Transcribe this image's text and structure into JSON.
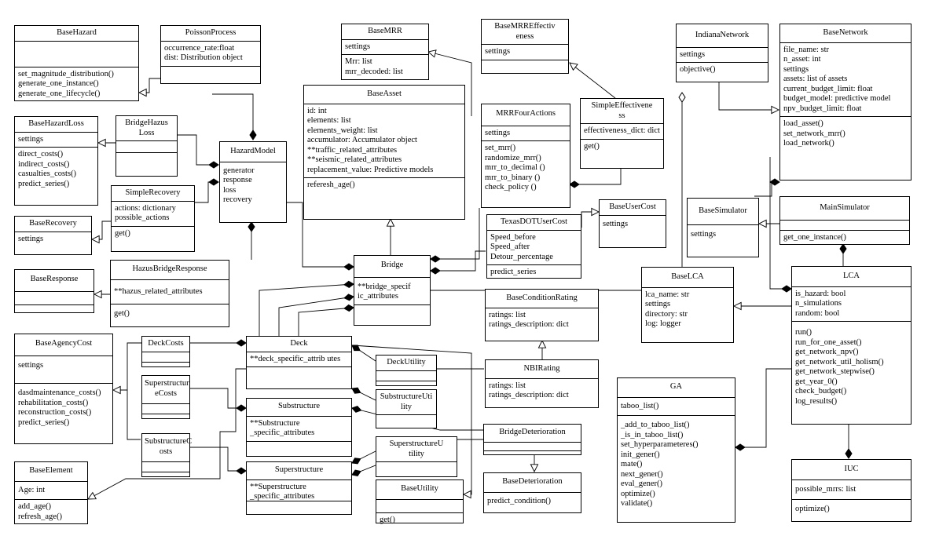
{
  "classes": [
    {
      "id": "BaseHazard",
      "name": "BaseHazard",
      "attrs": [],
      "methods": [
        "set_magnitude_distribution()",
        "generate_one_instance()",
        "generate_one_lifecycle()"
      ]
    },
    {
      "id": "PoissonProcess",
      "name": "PoissonProcess",
      "attrs": [
        "occurrence_rate:float",
        "dist: Distribution object"
      ],
      "methods": []
    },
    {
      "id": "BaseMRR",
      "name": "BaseMRR",
      "attrs": [
        "settings"
      ],
      "extra": [
        "Mrr: list",
        "mrr_decoded: list"
      ],
      "methods": []
    },
    {
      "id": "BaseMRREffectiveness",
      "name": "BaseMRREffectiv\neness",
      "attrs": [
        "settings"
      ],
      "methods": []
    },
    {
      "id": "IndianaNetwork",
      "name": "IndianaNetwork",
      "attrs": [
        "settings"
      ],
      "methods": [
        "objective()"
      ]
    },
    {
      "id": "BaseNetwork",
      "name": "BaseNetwork",
      "attrs": [
        "file_name: str",
        "n_asset: int",
        "settings",
        "assets: list of assets",
        "current_budget_limit: float",
        "budget_model: predictive model",
        "npv_budget_limit: float"
      ],
      "methods": [
        "load_asset()",
        "set_network_mrr()",
        "load_network()"
      ]
    },
    {
      "id": "BaseHazardLoss",
      "name": "BaseHazardLoss",
      "attrs": [
        "settings"
      ],
      "methods": [
        "direct_costs()",
        "indirect_costs()",
        "casualties_costs()",
        "predict_series()"
      ]
    },
    {
      "id": "BridgeHazusLoss",
      "name": "BridgeHazus\nLoss",
      "attrs": [
        ""
      ],
      "methods": [
        ""
      ]
    },
    {
      "id": "HazardModel",
      "name": "HazardModel",
      "attrs": [
        "generator",
        "response",
        "loss",
        "recovery"
      ],
      "methods": []
    },
    {
      "id": "BaseAsset",
      "name": "BaseAsset",
      "attrs": [
        "id: int",
        "elements: list",
        "elements_weight: list",
        "accumulator: Accumulator object",
        "**traffic_related_attributes",
        "**seismic_related_attributes",
        "replacement_value: Predictive models"
      ],
      "methods": [
        "referesh_age()"
      ]
    },
    {
      "id": "MRRFourActions",
      "name": "MRRFourActions",
      "attrs": [
        "settings"
      ],
      "methods": [
        "set_mrr()",
        "randomize_mrr()",
        "mrr_to_decimal ()",
        "mrr_to_binary ()",
        "check_policy ()"
      ]
    },
    {
      "id": "SimpleEffectiveness",
      "name": "SimpleEffectivene\nss",
      "attrs": [
        "effectiveness_dict: dict"
      ],
      "methods": [
        "get()"
      ]
    },
    {
      "id": "SimpleRecovery",
      "name": "SimpleRecovery",
      "attrs": [
        "actions: dictionary",
        "possible_actions"
      ],
      "methods": [
        "get()"
      ]
    },
    {
      "id": "BaseRecovery",
      "name": "BaseRecovery",
      "attrs": [
        "settings"
      ],
      "methods": []
    },
    {
      "id": "TexasDOTUserCost",
      "name": "TexasDOTUserCost",
      "attrs": [
        "Speed_before",
        "Speed_after",
        "Detour_percentage"
      ],
      "methods": [
        "predict_series"
      ]
    },
    {
      "id": "BaseUserCost",
      "name": "BaseUserCost",
      "attrs": [
        "settings"
      ],
      "methods": []
    },
    {
      "id": "BaseSimulator",
      "name": "BaseSimulator",
      "attrs": [
        "settings"
      ],
      "methods": []
    },
    {
      "id": "MainSimulator",
      "name": "MainSimulator",
      "attrs": [
        ""
      ],
      "methods": [
        "get_one_instance()"
      ]
    },
    {
      "id": "HazusBridgeResponse",
      "name": "HazusBridgeResponse",
      "attrs": [
        "**hazus_related_attributes"
      ],
      "methods": [
        "get()"
      ]
    },
    {
      "id": "BaseResponse",
      "name": "BaseResponse",
      "attrs": [
        ""
      ],
      "methods": []
    },
    {
      "id": "Bridge",
      "name": "Bridge",
      "attrs": [
        "**bridge_specif ic_attributes"
      ],
      "methods": []
    },
    {
      "id": "BaseLCA",
      "name": "BaseLCA",
      "attrs": [
        "lca_name: str",
        "settings",
        "directory: str",
        "log: logger"
      ],
      "methods": []
    },
    {
      "id": "LCA",
      "name": "LCA",
      "attrs": [
        "is_hazard: bool",
        "n_simulations",
        "random: bool"
      ],
      "methods": [
        "run()",
        "run_for_one_asset()",
        "get_network_npv()",
        "get_network_util_holism()",
        "get_network_stepwise()",
        "get_year_0()",
        "check_budget()",
        "log_results()"
      ]
    },
    {
      "id": "BaseConditionRating",
      "name": "BaseConditionRating",
      "attrs": [
        "ratings: list",
        "ratings_description: dict"
      ],
      "methods": []
    },
    {
      "id": "BaseAgencyCost",
      "name": "BaseAgencyCost",
      "attrs": [
        "settings"
      ],
      "methods": [
        "dasdmaintenance_costs()",
        "rehabilitation_costs()",
        "reconstruction_costs()",
        "predict_series()"
      ]
    },
    {
      "id": "DeckCosts",
      "name": "DeckCosts",
      "attrs": [
        ""
      ],
      "methods": [
        ""
      ]
    },
    {
      "id": "Deck",
      "name": "Deck",
      "attrs": [
        "**deck_specific_attrib utes"
      ],
      "methods": []
    },
    {
      "id": "DeckUtility",
      "name": "DeckUtility",
      "attrs": [
        ""
      ],
      "methods": [
        ""
      ]
    },
    {
      "id": "NBIRating",
      "name": "NBIRating",
      "attrs": [
        "ratings: list",
        "ratings_description: dict"
      ],
      "methods": []
    },
    {
      "id": "GA",
      "name": "GA",
      "attrs": [
        "taboo_list()"
      ],
      "methods": [
        "_add_to_taboo_list()",
        "_is_in_taboo_list()",
        "set_hyperparameteres()",
        "init_gener()",
        "mate()",
        "next_gener()",
        "eval_gener()",
        "optimize()",
        "validate()"
      ]
    },
    {
      "id": "SuperstructureCosts",
      "name": "Superstructur\neCosts",
      "attrs": [
        ""
      ],
      "methods": [
        ""
      ]
    },
    {
      "id": "Substructure",
      "name": "Substructure",
      "attrs": [
        "**Substructure _specific_attributes"
      ],
      "methods": []
    },
    {
      "id": "SubstructureUtility",
      "name": "SubstructureUti\nlity",
      "attrs": [
        ""
      ],
      "methods": []
    },
    {
      "id": "SubstructureCosts",
      "name": "SubstructureC\nosts",
      "attrs": [
        ""
      ],
      "methods": [
        ""
      ]
    },
    {
      "id": "BridgeDeterioration",
      "name": "BridgeDeterioration",
      "attrs": [
        ""
      ],
      "methods": [
        ""
      ]
    },
    {
      "id": "SuperstructureUtility",
      "name": "SuperstructureU\ntility",
      "attrs": [
        ""
      ],
      "methods": []
    },
    {
      "id": "BaseElement",
      "name": "BaseElement",
      "attrs": [
        "Age: int"
      ],
      "methods": [
        "add_age()",
        "refresh_age()"
      ]
    },
    {
      "id": "Superstructure",
      "name": "Superstructure",
      "attrs": [
        "**Superstructure _specific_attributes"
      ],
      "methods": []
    },
    {
      "id": "BaseUtility",
      "name": "BaseUtility",
      "attrs": [
        ""
      ],
      "methods": [
        "get()"
      ]
    },
    {
      "id": "BaseDeterioration",
      "name": "BaseDeterioration",
      "attrs": [
        ""
      ],
      "methods": [
        "predict_condition()"
      ]
    },
    {
      "id": "IUC",
      "name": "IUC",
      "attrs": [
        "possible_mrrs: list"
      ],
      "methods": [
        "optimize()"
      ]
    }
  ]
}
